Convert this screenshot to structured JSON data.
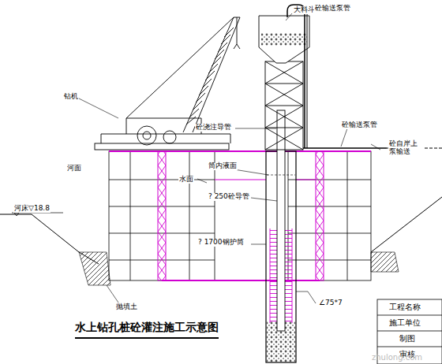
{
  "diagram": {
    "title": "水上钻孔桩砼灌注施工示意图",
    "labels": [
      "大料斗",
      "砼输送泵管",
      "钻机",
      "砼浇注导管",
      "砼输送泵管",
      "砼自岸上 泵输送",
      "河面",
      "水面",
      "筒内液面",
      "河床▽18.8",
      "? 250砼导管",
      "? 1700钢护筒",
      "∠75*7",
      "抛填土",
      "工程名称",
      "施工单位",
      "制图",
      "审核",
      "zhulong.com"
    ]
  }
}
